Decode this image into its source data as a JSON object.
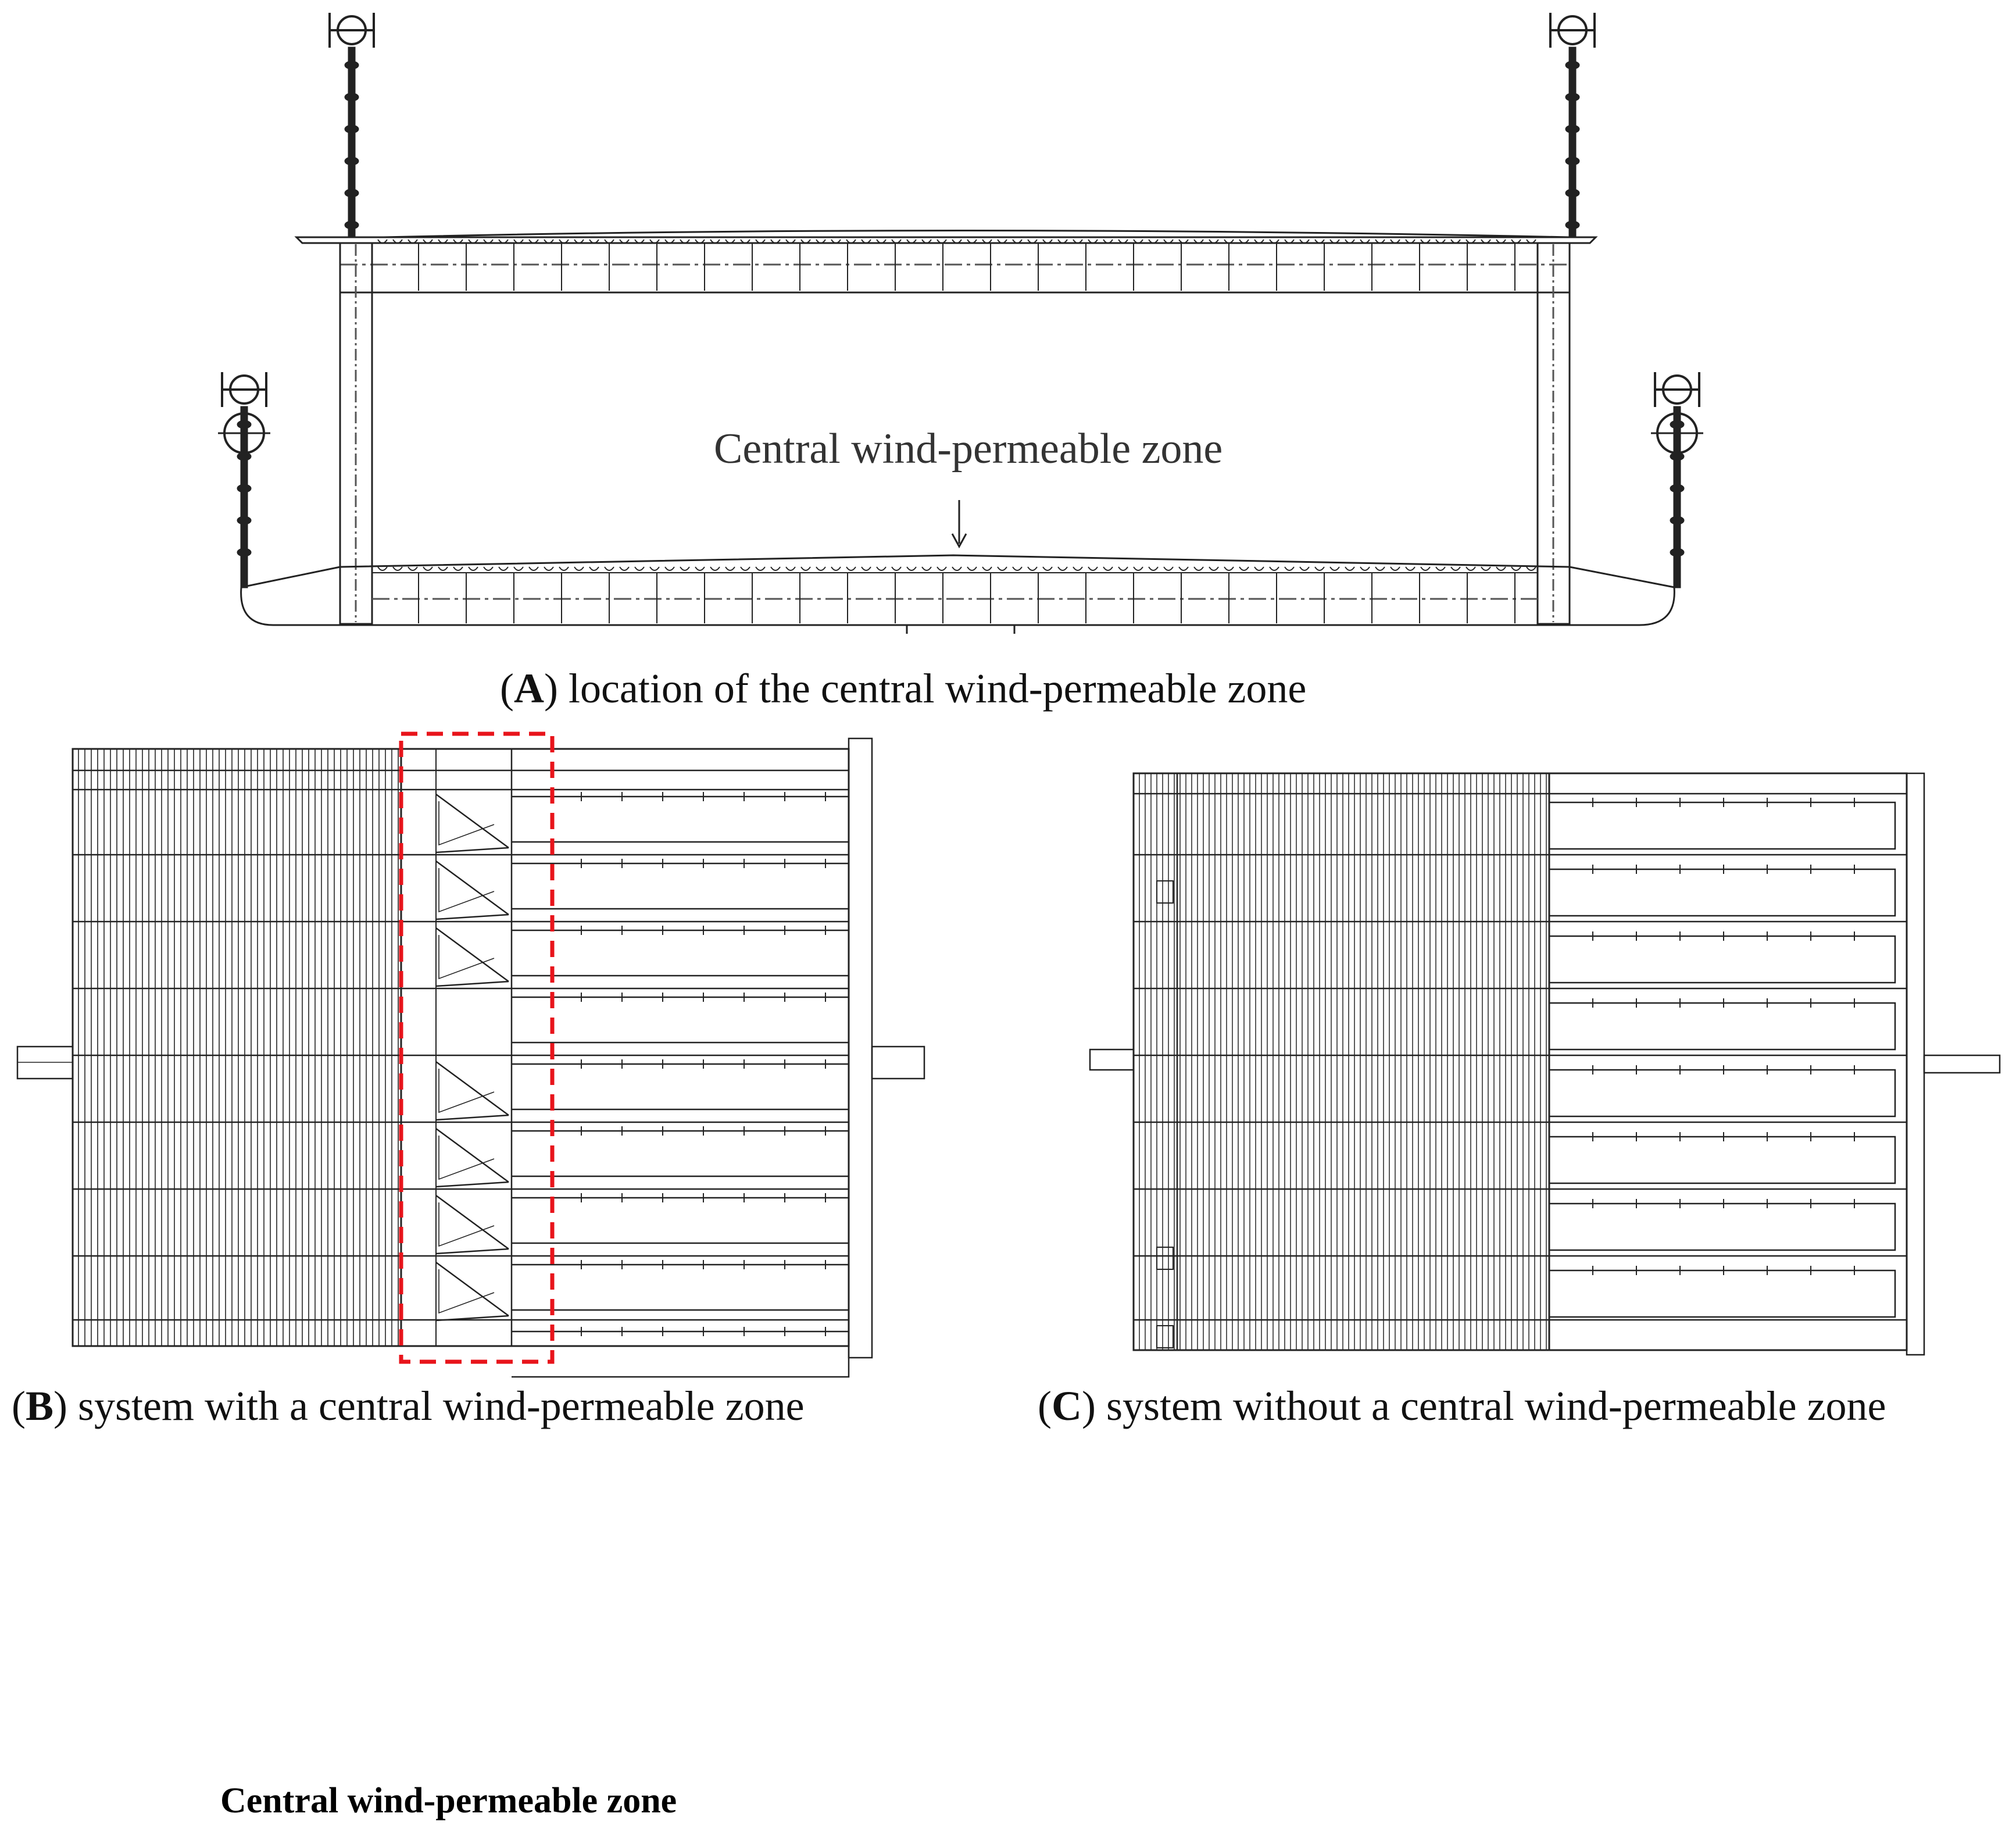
{
  "panel_a": {
    "annotation": "Central wind-permeable zone",
    "caption_letter": "A",
    "caption_text": "location of the central wind-permeable zone"
  },
  "panel_b": {
    "annotation": "Central wind-permeable zone",
    "caption_letter": "B",
    "caption_text": "system with a central wind-permeable zone",
    "highlight_color": "#e8141b"
  },
  "panel_c": {
    "caption_letter": "C",
    "caption_text": "system without a central wind-permeable zone"
  },
  "colors": {
    "line": "#222222",
    "light_line": "#555555"
  }
}
